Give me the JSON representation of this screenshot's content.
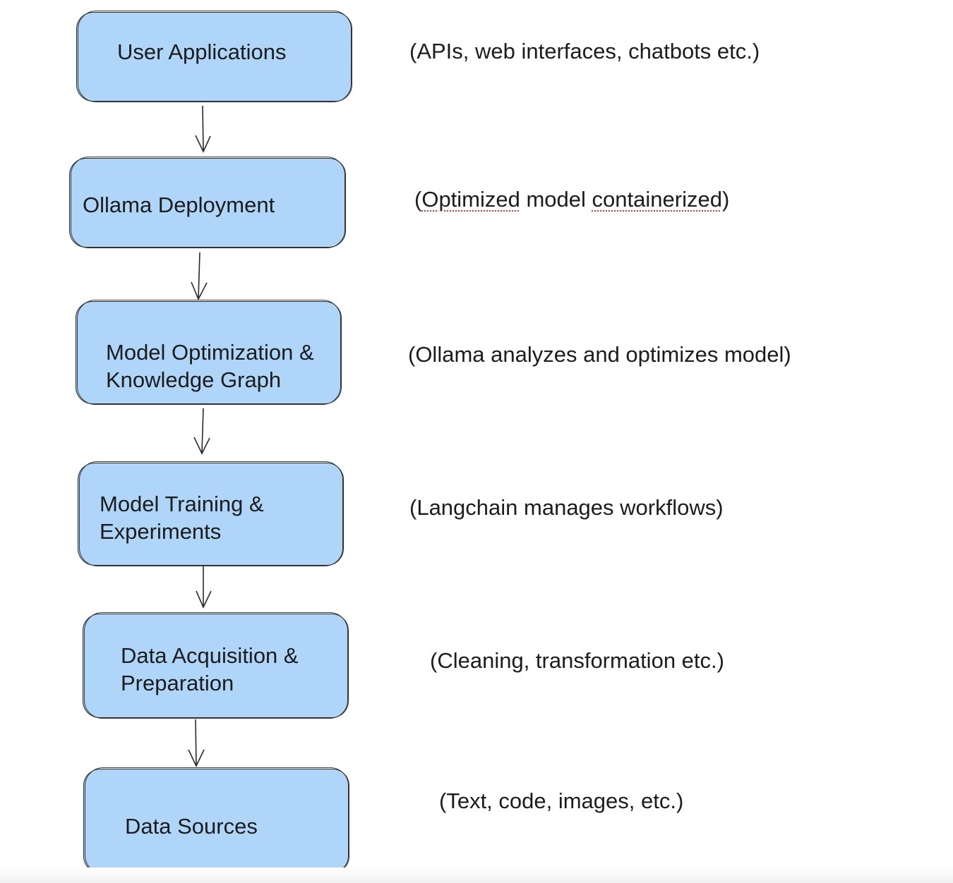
{
  "diagram": {
    "steps": [
      {
        "id": "user-applications",
        "label_lines": [
          "User Applications"
        ],
        "note": "(APIs, web interfaces, chatbots etc.)"
      },
      {
        "id": "ollama-deployment",
        "label_lines": [
          "Ollama Deployment"
        ],
        "note_parts": [
          "(",
          "Optimized",
          " model ",
          "containerized",
          ")"
        ]
      },
      {
        "id": "model-optimization",
        "label_lines": [
          "Model Optimization &",
          "Knowledge Graph"
        ],
        "note": "(Ollama analyzes and optimizes model)"
      },
      {
        "id": "model-training",
        "label_lines": [
          "Model Training &",
          "Experiments"
        ],
        "note": "(Langchain manages workflows)"
      },
      {
        "id": "data-acquisition",
        "label_lines": [
          "Data Acquisition &",
          "Preparation"
        ],
        "note": "(Cleaning, transformation etc.)"
      },
      {
        "id": "data-sources",
        "label_lines": [
          "Data Sources"
        ],
        "note": "(Text, code, images, etc.)"
      }
    ],
    "colors": {
      "box_fill": "#afd6f8",
      "stroke": "#2a2a2a",
      "text": "#1c1c1c"
    }
  }
}
